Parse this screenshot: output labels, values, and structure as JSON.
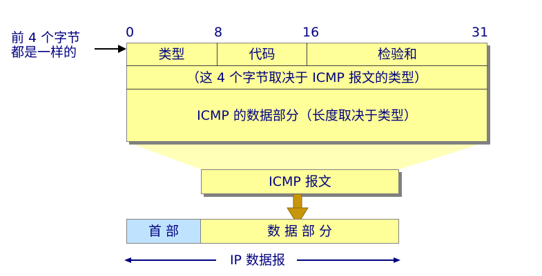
{
  "colors": {
    "text": "#000080",
    "field_fill": "#ffff99",
    "header_fill": "#bfe3ff",
    "funnel_fill": "#ffff99",
    "down_arrow": "#c8960a",
    "shadow": "#808080"
  },
  "side_note": {
    "line1": "前 4 个字节",
    "line2": "都是一样的"
  },
  "bit_positions": [
    "0",
    "8",
    "16",
    "31"
  ],
  "header_fields": {
    "type": "类型",
    "code": "代码",
    "checksum": "检验和"
  },
  "rest_of_header": "（这 4 个字节取决于 ICMP 报文的类型）",
  "data_section": "ICMP 的数据部分（长度取决于类型）",
  "icmp_message": "ICMP 报文",
  "ip_datagram": {
    "header": "首 部",
    "data": "数 据 部 分",
    "caption": "IP 数据报"
  }
}
